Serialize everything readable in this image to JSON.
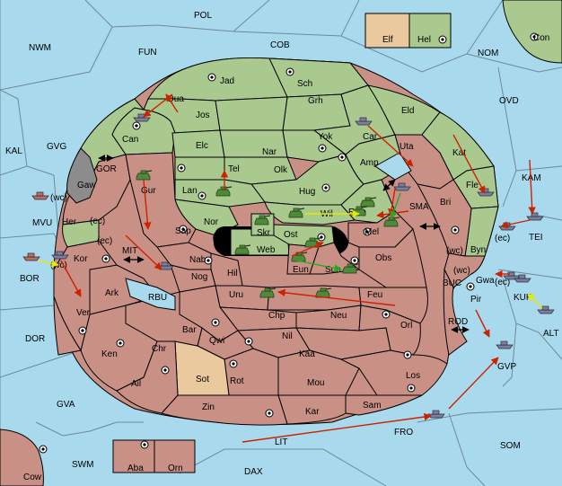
{
  "colors": {
    "sea": "#a9d9ec",
    "neutral": "#ffffff",
    "green_power": "#a9c98f",
    "red_power": "#c99086",
    "tan_power": "#e9c99d",
    "gray_power": "#8c8c8c",
    "order_red": "#cc2200",
    "order_yellow": "#e8e800",
    "order_green": "#22aa22",
    "army_green": "#4f8a3b",
    "fleet_gray": "#7b7f9b"
  },
  "legend": {
    "elf_label": "Elf",
    "hel_label": "Hel"
  },
  "sea_labels": {
    "pol": "POL",
    "nwm": "NWM",
    "fun": "FUN",
    "cob": "COB",
    "nom": "NOM",
    "ovd": "OVD",
    "kal": "KAL",
    "gvg": "GVG",
    "kam": "KAM",
    "gor": "GOR",
    "mvu": "MVU",
    "sma": "SMA",
    "mit": "MIT",
    "bor": "BOR",
    "rbu": "RBU",
    "buc": "BUC",
    "tei": "TEI",
    "kup": "KUP",
    "alt": "ALT",
    "rod": "ROD",
    "dor": "DOR",
    "gvp": "GVP",
    "gva": "GVA",
    "fro": "FRO",
    "som": "SOM",
    "lit": "LIT",
    "swm": "SWM",
    "dax": "DAX"
  },
  "land_labels": {
    "con": "Con",
    "jad": "Jad",
    "sch": "Sch",
    "qua": "Qua",
    "jos": "Jos",
    "grh": "Grh",
    "eld": "Eld",
    "can": "Can",
    "elc": "Elc",
    "nar": "Nar",
    "yok": "Yok",
    "car": "Car",
    "uta": "Uta",
    "tel": "Tel",
    "olk": "Olk",
    "amp": "Amp",
    "kat": "Kat",
    "gaw": "Gaw",
    "gur": "Gur",
    "lan": "Lan",
    "hug": "Hug",
    "fle": "Fle",
    "nor": "Nor",
    "wil": "Wil",
    "esm": "Esm",
    "bri": "Bri",
    "her": "Her",
    "skr": "Skr",
    "sap": "Sap",
    "ost": "Ost",
    "mel": "Mel",
    "web": "Web",
    "byn": "Byn",
    "kor": "Kor",
    "nab": "Nab",
    "eun": "Eun",
    "sun": "Sun",
    "obs": "Obs",
    "hil": "Hil",
    "nog": "Nog",
    "gwa": "Gwa",
    "ark": "Ark",
    "uru": "Uru",
    "feu": "Feu",
    "pir": "Pir",
    "ver": "Ver",
    "chp": "Chp",
    "neu": "Neu",
    "bar": "Bar",
    "qwi": "Qwi",
    "nil": "Nil",
    "orl": "Orl",
    "ken": "Ken",
    "chr": "Chr",
    "kaa": "Kaa",
    "ail": "Ail",
    "sot": "Sot",
    "rot": "Rot",
    "mou": "Mou",
    "los": "Los",
    "zin": "Zin",
    "kar": "Kar",
    "sam": "Sam",
    "aba": "Aba",
    "orn": "Orn",
    "cow": "Cow"
  },
  "coast_labels": {
    "wc1": "(wc)",
    "ec1": "(ec)",
    "ec2": "(ec)",
    "wc2": "(wc)",
    "wc3": "(wc)",
    "ec3": "(ec)",
    "wc4": "(wc)",
    "ec4": "(ec)"
  }
}
